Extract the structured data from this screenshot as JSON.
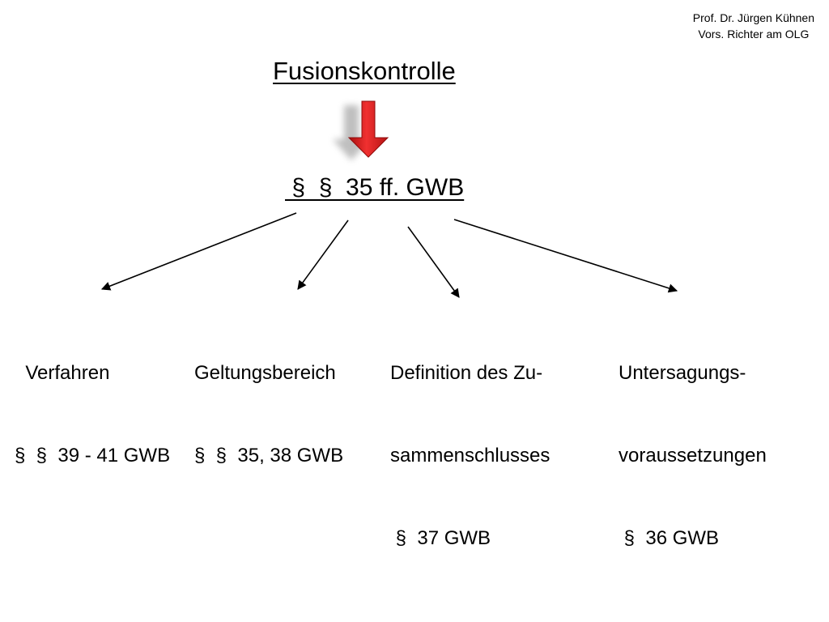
{
  "header": {
    "author_name": "Prof. Dr. Jürgen Kühnen",
    "author_role": "Vors. Richter am OLG"
  },
  "title": "Fusionskontrolle",
  "law_reference": " §  §  35 ff. GWB",
  "colors": {
    "arrow_red": "#d81c1c",
    "arrow_shadow": "#9a9a9a",
    "text": "#000000"
  },
  "icons": {
    "down_arrow": "red-down-arrow-icon"
  },
  "branches": [
    {
      "id": "verfahren",
      "lines": [
        "  Verfahren",
        "§  §  39 - 41 GWB"
      ]
    },
    {
      "id": "geltungsbereich",
      "lines": [
        "Geltungsbereich",
        "§  §  35, 38 GWB"
      ]
    },
    {
      "id": "definition",
      "lines": [
        "Definition des Zu-",
        "sammenschlusses",
        " §  37 GWB"
      ]
    },
    {
      "id": "voraussetzungen",
      "lines": [
        "Untersagungs-",
        "voraussetzungen",
        " §  36 GWB"
      ]
    }
  ]
}
